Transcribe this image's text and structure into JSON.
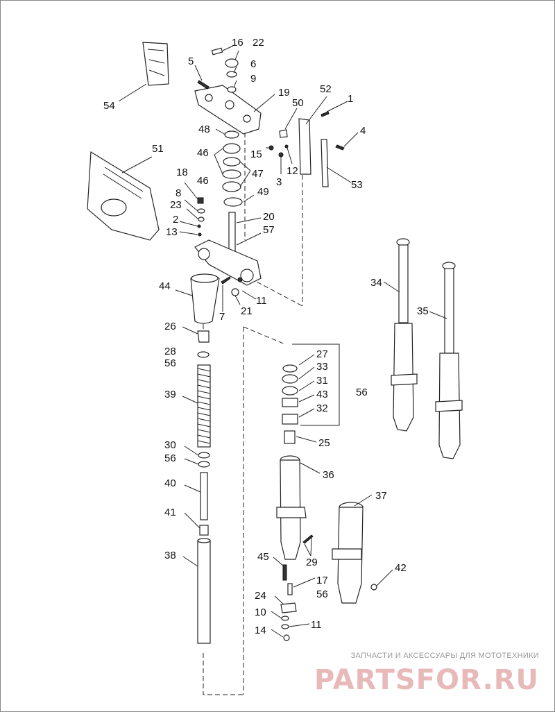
{
  "labels": [
    "16",
    "22",
    "5",
    "6",
    "9",
    "19",
    "52",
    "1",
    "50",
    "54",
    "48",
    "46",
    "47",
    "15",
    "12",
    "3",
    "4",
    "53",
    "51",
    "18",
    "49",
    "8",
    "23",
    "20",
    "2",
    "57",
    "13",
    "44",
    "11",
    "21",
    "7",
    "34",
    "35",
    "26",
    "27",
    "33",
    "28",
    "56",
    "31",
    "43",
    "32",
    "39",
    "25",
    "30",
    "36",
    "40",
    "41",
    "37",
    "38",
    "45",
    "29",
    "17",
    "24",
    "10",
    "14",
    "42"
  ],
  "watermark": {
    "line1": "ЗАПЧАСТИ И АКСЕССУАРЫ ДЛЯ МОТОТЕХНИКИ",
    "line2": "PARTSFOR.RU"
  }
}
